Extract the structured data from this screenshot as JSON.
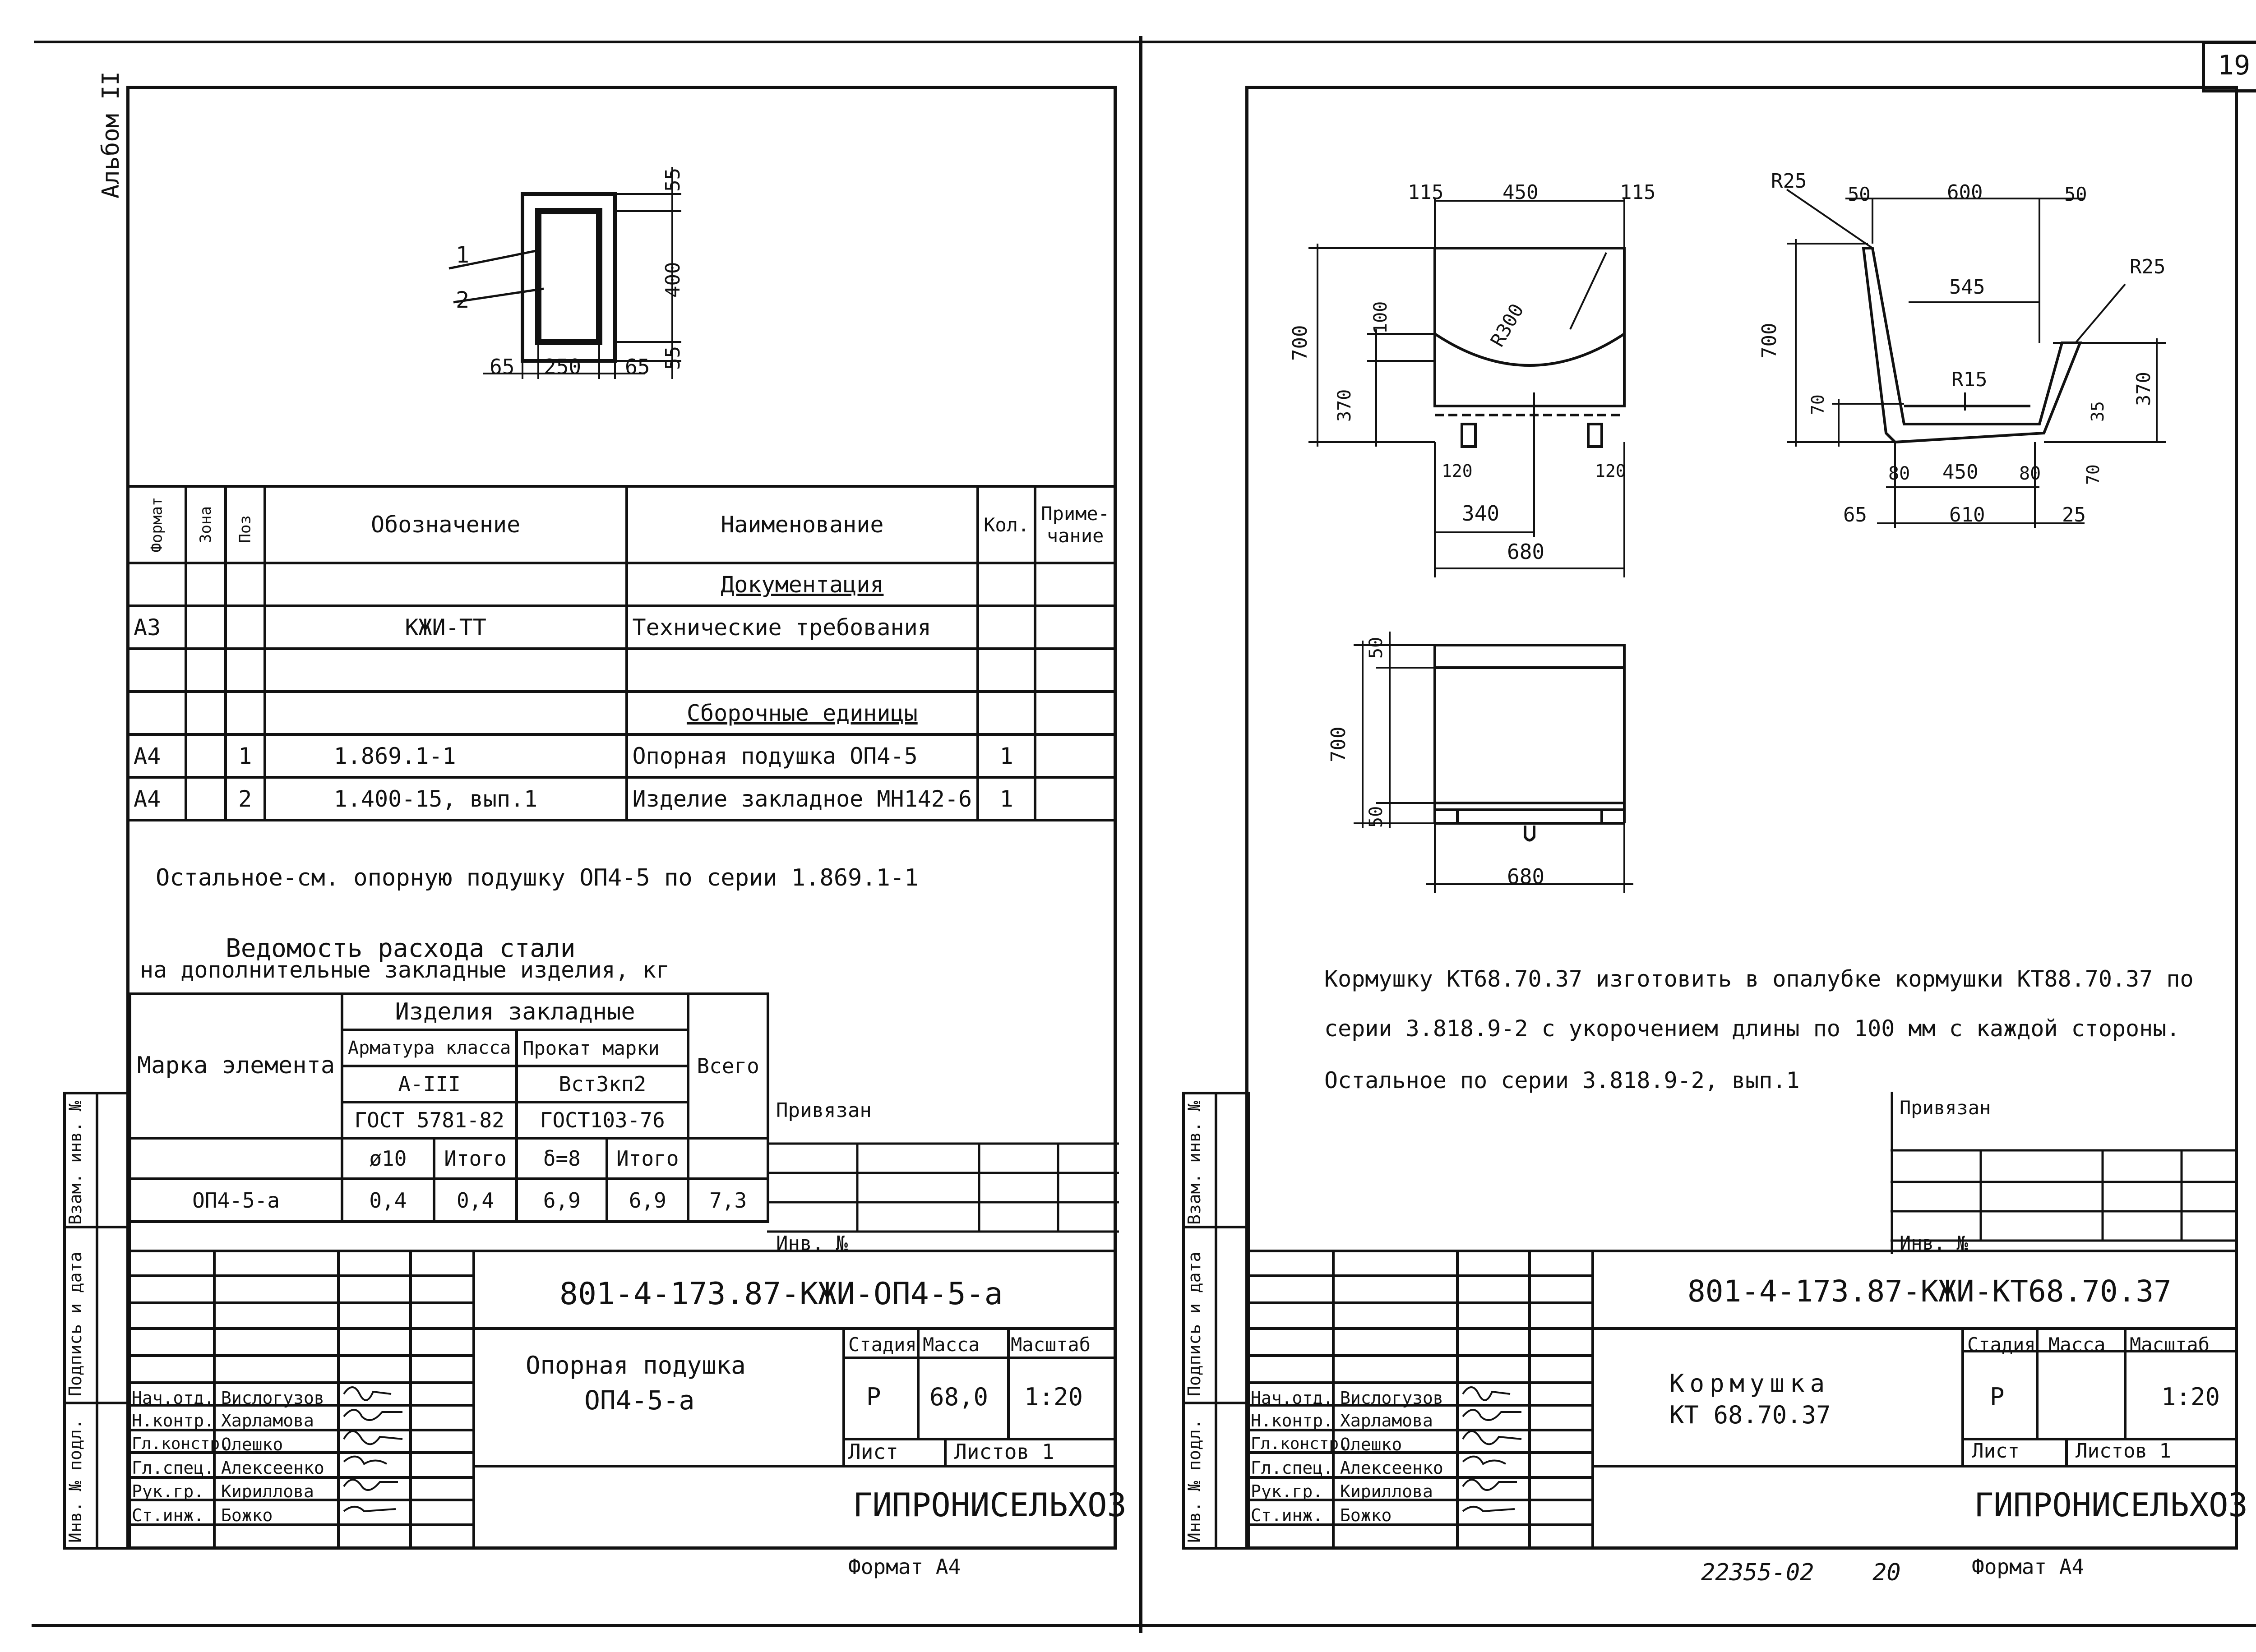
{
  "page_number": "19",
  "left_sheet": {
    "album_label": "Альбом II",
    "drawing": {
      "labels": {
        "part1": "1",
        "part2": "2"
      },
      "dims": {
        "w_left": "65",
        "w_mid": "250",
        "w_right": "65",
        "h_top": "55",
        "h_mid": "400",
        "h_bot": "55"
      }
    },
    "spec_table": {
      "headers": {
        "format": "Формат",
        "zone": "Зона",
        "pos": "Поз",
        "designation": "Обозначение",
        "name": "Наименование",
        "qty": "Кол.",
        "note": "Приме-\nчание"
      },
      "section_docs": "Документация",
      "section_units": "Сборочные единицы",
      "rows": [
        {
          "format": "А3",
          "pos": "",
          "designation": "КЖИ-ТТ",
          "name": "Технические требования",
          "qty": ""
        },
        {
          "format": "А4",
          "pos": "1",
          "designation": "1.869.1-1",
          "name": "Опорная подушка ОП4-5",
          "qty": "1"
        },
        {
          "format": "А4",
          "pos": "2",
          "designation": "1.400-15, вып.1",
          "name": "Изделие закладное МН142-6",
          "qty": "1"
        }
      ]
    },
    "remark": "Остальное-см. опорную подушку ОП4-5 по серии 1.869.1-1",
    "steel_title_1": "Ведомость расхода стали",
    "steel_title_2": "на дополнительные закладные изделия, кг",
    "steel_table": {
      "mark_header": "Марка элемента",
      "group_header": "Изделия закладные",
      "rebar_class": "Арматура класса",
      "rebar_grade": "А-III",
      "rebar_gost": "ГОСТ 5781-82",
      "rolled_header": "Прокат марки",
      "rolled_grade": "Вст3кп2",
      "rolled_gost": "ГОСТ103-76",
      "d10": "ø10",
      "total1": "Итого",
      "delta": "δ=8",
      "total2": "Итого",
      "grand_total": "Всего",
      "row": {
        "mark": "ОП4-5-а",
        "d10": "0,4",
        "total1": "0,4",
        "delta": "6,9",
        "total2": "6,9",
        "grand": "7,3"
      }
    },
    "privyazan": "Привязан",
    "inv_no": "Инв. №",
    "side_labels": {
      "vzam": "Взам. инв. №",
      "podpis": "Подпись и дата",
      "inv_podl": "Инв. № подл."
    },
    "title_block": {
      "code": "801-4-173.87-КЖИ-ОП4-5-а",
      "title_line1": "Опорная подушка",
      "title_line2": "ОП4-5-а",
      "stage_h": "Стадия",
      "mass_h": "Масса",
      "scale_h": "Масштаб",
      "stage": "Р",
      "mass": "68,0",
      "scale": "1:20",
      "sheet": "Лист",
      "sheets": "Листов 1",
      "org": "ГИПРОНИСЕЛЬХОЗ",
      "people": [
        {
          "role": "Нач.отд.",
          "name": "Вислогузов"
        },
        {
          "role": "Н.контр.",
          "name": "Харламова"
        },
        {
          "role": "Гл.констр.",
          "name": "Олешко"
        },
        {
          "role": "Гл.спец.",
          "name": "Алексеенко"
        },
        {
          "role": "Рук.гр.",
          "name": "Кириллова"
        },
        {
          "role": "Ст.инж.",
          "name": "Божко"
        }
      ]
    },
    "format": "Формат А4"
  },
  "right_sheet": {
    "view1": {
      "d115a": "115",
      "d450": "450",
      "d115b": "115",
      "d700": "700",
      "d370": "370",
      "d100": "100",
      "r300": "R300",
      "d120a": "120",
      "d120b": "120",
      "d340": "340",
      "d680": "680"
    },
    "view2": {
      "r25a": "R25",
      "d50a": "50",
      "d600": "600",
      "d50b": "50",
      "r25b": "R25",
      "d545": "545",
      "d700": "700",
      "r15": "R15",
      "d70a": "70",
      "d370": "370",
      "d35": "35",
      "d80a": "80",
      "d450": "450",
      "d80b": "80",
      "d70b": "70",
      "d65": "65",
      "d610": "610",
      "d25": "25"
    },
    "view3": {
      "d50a": "50",
      "d700": "700",
      "d50b": "50",
      "d680": "680"
    },
    "note1": "Кормушку КТ68.70.37 изготовить в опалубке кормушки КТ88.70.37 по",
    "note2": "серии 3.818.9-2 с укорочением длины по 100 мм с каждой стороны.",
    "note3": "Остальное по серии 3.818.9-2, вып.1",
    "privyazan": "Привязан",
    "inv_no": "Инв. №",
    "side_labels": {
      "vzam": "Взам. инв. №",
      "podpis": "Подпись и дата",
      "inv_podl": "Инв. № подл."
    },
    "title_block": {
      "code": "801-4-173.87-КЖИ-КТ68.70.37",
      "title_line1": "Кормушка",
      "title_line2": "КТ 68.70.37",
      "stage_h": "Стадия",
      "mass_h": "Масса",
      "scale_h": "Масштаб",
      "stage": "Р",
      "mass": "",
      "scale": "1:20",
      "sheet": "Лист",
      "sheets": "Листов 1",
      "org": "ГИПРОНИСЕЛЬХОЗ",
      "people": [
        {
          "role": "Нач.отд.",
          "name": "Вислогузов"
        },
        {
          "role": "Н.контр.",
          "name": "Харламова"
        },
        {
          "role": "Гл.констр.",
          "name": "Олешко"
        },
        {
          "role": "Гл.спец.",
          "name": "Алексеенко"
        },
        {
          "role": "Рук.гр.",
          "name": "Кириллова"
        },
        {
          "role": "Ст.инж.",
          "name": "Божко"
        }
      ]
    },
    "footer_code": "22355-02",
    "footer_num": "20",
    "format": "Формат А4"
  }
}
